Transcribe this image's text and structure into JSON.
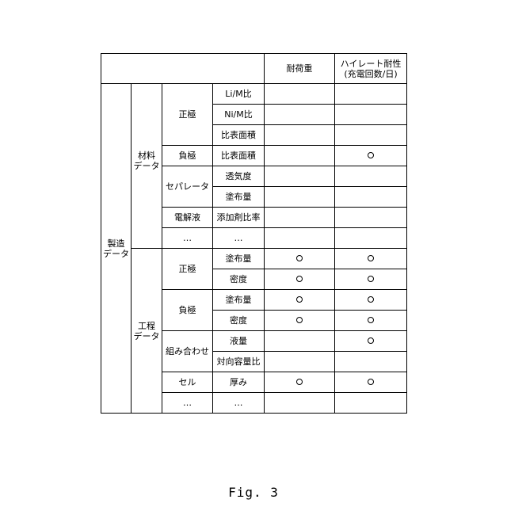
{
  "header": {
    "col_load": "耐荷重",
    "col_highrate_line1": "ハイレート耐性",
    "col_highrate_line2": "(充電回数/日)"
  },
  "groups": {
    "manufacturing_line1": "製造",
    "manufacturing_line2": "データ",
    "material_line1": "材料",
    "material_line2": "データ",
    "process_line1": "工程",
    "process_line2": "データ"
  },
  "material_subgroups": {
    "positive": "正極",
    "negative": "負極",
    "separator": "セパレータ",
    "electrolyte": "電解液",
    "more": "…"
  },
  "process_subgroups": {
    "positive": "正極",
    "negative": "負極",
    "combination": "組み合わせ",
    "cell": "セル",
    "more": "…"
  },
  "rows": [
    {
      "item": "Li/M比",
      "load": "",
      "highrate": ""
    },
    {
      "item": "Ni/M比",
      "load": "",
      "highrate": ""
    },
    {
      "item": "比表面積",
      "load": "",
      "highrate": ""
    },
    {
      "item": "比表面積",
      "load": "",
      "highrate": "○"
    },
    {
      "item": "透気度",
      "load": "",
      "highrate": ""
    },
    {
      "item": "塗布量",
      "load": "",
      "highrate": ""
    },
    {
      "item": "添加剤比率",
      "load": "",
      "highrate": ""
    },
    {
      "item": "…",
      "load": "",
      "highrate": ""
    },
    {
      "item": "塗布量",
      "load": "○",
      "highrate": "○"
    },
    {
      "item": "密度",
      "load": "○",
      "highrate": "○"
    },
    {
      "item": "塗布量",
      "load": "○",
      "highrate": "○"
    },
    {
      "item": "密度",
      "load": "○",
      "highrate": "○"
    },
    {
      "item": "液量",
      "load": "",
      "highrate": "○"
    },
    {
      "item": "対向容量比",
      "load": "",
      "highrate": ""
    },
    {
      "item": "厚み",
      "load": "○",
      "highrate": "○"
    },
    {
      "item": "…",
      "load": "",
      "highrate": ""
    }
  ],
  "caption": "Fig. 3"
}
